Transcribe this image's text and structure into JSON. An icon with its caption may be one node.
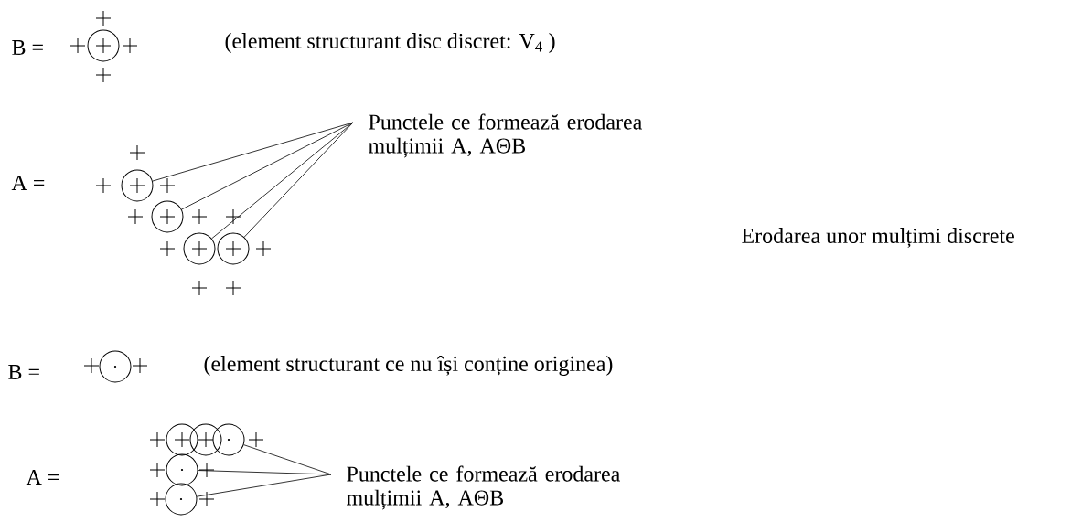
{
  "diagram": {
    "nodes": [
      {
        "text": [
          "Punctele ce formează erodarea mulțimii A, AΘB"
        ]
      },
      {
        "text": [],
        "shape": "circle"
      },
      {
        "text": [],
        "shape": "circle"
      },
      {
        "text": [],
        "shape": "circle"
      },
      {
        "text": [],
        "shape": "circle"
      },
      {
        "text": [
          "Punctele ce formează erodarea mulțimii A, AΘB"
        ]
      },
      {
        "text": [],
        "shape": "circle"
      },
      {
        "text": [],
        "shape": "circle"
      },
      {
        "text": [],
        "shape": "circle"
      }
    ],
    "edges": [
      {
        "from": 0,
        "to": 1,
        "arrow": "none"
      },
      {
        "from": 0,
        "to": 2,
        "arrow": "none"
      },
      {
        "from": 0,
        "to": 3,
        "arrow": "none"
      },
      {
        "from": 0,
        "to": 4,
        "arrow": "none"
      },
      {
        "from": 5,
        "to": 6,
        "arrow": "none"
      },
      {
        "from": 5,
        "to": 7,
        "arrow": "none"
      },
      {
        "from": 5,
        "to": 8,
        "arrow": "none"
      }
    ],
    "labels": [
      "B =",
      "(element structurant disc discret: V$_{4}$ )",
      "A =",
      "Erodarea unor mulțimi discrete",
      "B =",
      "(element structurant ce nu își conține originea)",
      "A ="
    ]
  }
}
